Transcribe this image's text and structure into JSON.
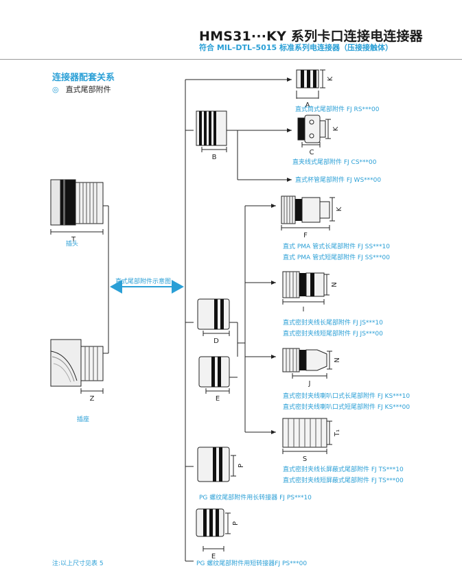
{
  "header": {
    "title": "HMS31···KY 系列卡口连接电连接器",
    "subtitle": "符合 MIL–DTL–5015 标准系列电连接器（压接接触体）"
  },
  "section": {
    "title": "连接器配套关系",
    "symbol": "◎",
    "subtitle": "直式尾部附件"
  },
  "left": {
    "plug_dim": "T",
    "plug_label": "插头",
    "receptacle_dim": "Z",
    "receptacle_label": "插座",
    "arrow_label": "直式尾部附件示意图"
  },
  "parts": {
    "A": {
      "dim": "A",
      "side": "K",
      "label": "直式筒式尾部附件 FJ RS***00"
    },
    "B": {
      "dim": "B"
    },
    "C": {
      "dim": "C",
      "side": "K",
      "label": "直夹线式尾部附件 FJ CS***00"
    },
    "WS": {
      "label": "直式杯管尾部附件 FJ WS***00"
    },
    "F": {
      "dim": "F",
      "side": "K",
      "label1": "直式 PMA 管式长尾部附件 FJ SS***10",
      "label2": "直式 PMA 管式短尾部附件 FJ SS***00"
    },
    "I": {
      "dim": "I",
      "side": "N",
      "label1": "直式密封夹线长尾部附件 FJ JS***10",
      "label2": "直式密封夹线短尾部附件 FJ JS***00"
    },
    "D": {
      "dim": "D"
    },
    "E": {
      "dim": "E"
    },
    "J": {
      "dim": "J",
      "side": "N",
      "label1": "直式密封夹线喇叭口式长尾部附件 FJ KS***10",
      "label2": "直式密封夹线喇叭口式短尾部附件 FJ KS***00"
    },
    "S": {
      "dim": "S",
      "side": "T₁",
      "label1": "直式密封夹线长屏蔽式尾部附件 FJ TS***10",
      "label2": "直式密封夹线短屏蔽式尾部附件 FJ TS***00"
    },
    "PG_long": {
      "side": "P",
      "label": "PG 螺纹尾部附件用长转接器 FJ PS***10"
    },
    "PG_short": {
      "dim": "E",
      "side": "P",
      "label": "PG 螺纹尾部附件用短转接器FJ PS***00"
    }
  },
  "footer": {
    "note": "注:以上尺寸见表 5"
  },
  "colors": {
    "accent": "#2a9fd6",
    "line": "#222222"
  }
}
